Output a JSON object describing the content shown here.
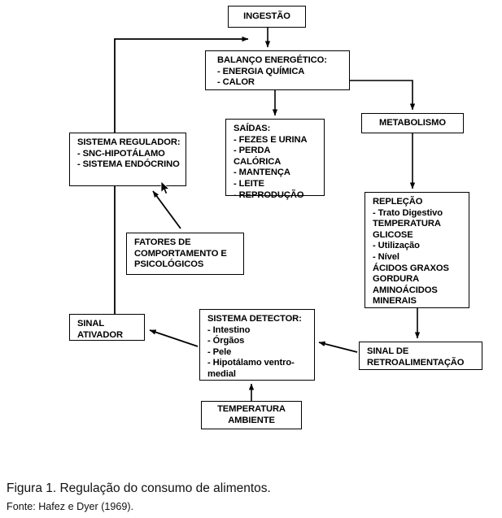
{
  "figure": {
    "caption_title": "Figura 1. Regulação do consumo de alimentos.",
    "caption_source": "Fonte: Hafez e Dyer (1969)."
  },
  "nodes": {
    "ingestao": {
      "label": "INGESTÃO"
    },
    "balanco": {
      "label": "BALANÇO ENERGÉTICO:\n   -     ENERGIA QUÍMICA\n   -     CALOR"
    },
    "saidas": {
      "label": "SAÍDAS:\n- FEZES E URINA\n- PERDA\nCALÓRICA\n- MANTENÇA\n- LEITE\n- REPRODUÇÃO"
    },
    "metabolismo": {
      "label": "METABOLISMO"
    },
    "regulador": {
      "label": "SISTEMA REGULADOR:\n- SNC-HIPOTÁLAMO\n- SISTEMA ENDÓCRINO"
    },
    "replecao": {
      "label": "REPLEÇÃO\n- Trato Digestivo\nTEMPERATURA\nGLICOSE\n- Utilização\n- Nível\nÁCIDOS GRAXOS\nGORDURA\nAMINOÁCIDOS\nMINERAIS"
    },
    "fatores": {
      "label": "FATORES DE\nCOMPORTAMENTO E\nPSICOLÓGICOS"
    },
    "sinal_ativador": {
      "label": "SINAL\nATIVADOR"
    },
    "detector": {
      "label": "SISTEMA DETECTOR:\n- Intestino\n- Órgãos\n- Pele\n- Hipotálamo ventro-\nmedial"
    },
    "retroalimentacao": {
      "label": "SINAL DE\nRETROALIMENTAÇÃO"
    },
    "temperatura": {
      "label": "TEMPERATURA\nAMBIENTE"
    }
  },
  "edges": [
    {
      "name": "ingestao-to-balanco",
      "from": "ingestao",
      "to": "balanco"
    },
    {
      "name": "balanco-to-saidas",
      "from": "balanco",
      "to": "saidas"
    },
    {
      "name": "balanco-to-metabolismo",
      "from": "balanco",
      "to": "metabolismo"
    },
    {
      "name": "metabolismo-to-replecao",
      "from": "metabolismo",
      "to": "replecao"
    },
    {
      "name": "replecao-to-retroalimentacao",
      "from": "replecao",
      "to": "retroalimentacao"
    },
    {
      "name": "retroalimentacao-to-detector",
      "from": "retroalimentacao",
      "to": "detector"
    },
    {
      "name": "detector-to-sinal-ativador",
      "from": "detector",
      "to": "sinal_ativador"
    },
    {
      "name": "temperatura-to-detector",
      "from": "temperatura",
      "to": "detector"
    },
    {
      "name": "sinal-ativador-to-regulador",
      "from": "sinal_ativador",
      "to": "regulador"
    },
    {
      "name": "fatores-to-regulador",
      "from": "fatores",
      "to": "regulador"
    },
    {
      "name": "regulador-to-balanco",
      "from": "regulador",
      "to": "balanco"
    }
  ],
  "colors": {
    "stroke": "#000000",
    "background": "#ffffff",
    "text": "#000000"
  }
}
